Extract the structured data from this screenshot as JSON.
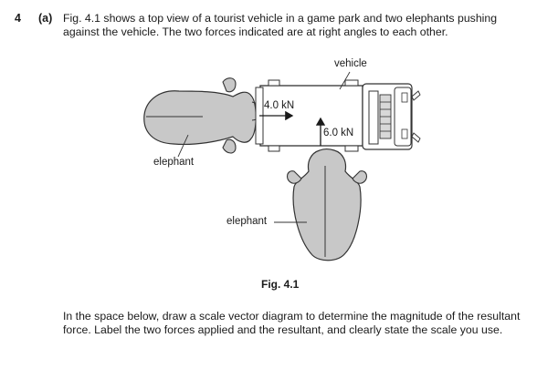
{
  "question": {
    "number": "4",
    "part": "(a)",
    "intro_line1": "Fig. 4.1 shows a top view of a tourist vehicle in a game park and two elephants pushing",
    "intro_line2": "against the vehicle. The two forces indicated are at right angles to each other."
  },
  "figure": {
    "labels": {
      "vehicle": "vehicle",
      "elephant_left": "elephant",
      "elephant_bottom": "elephant",
      "force_horizontal": "4.0 kN",
      "force_vertical": "6.0 kN"
    },
    "caption": "Fig. 4.1"
  },
  "instructions": {
    "line1": "In the space below, draw a scale vector diagram to determine the magnitude of the resultant",
    "line2": "force. Label the two forces applied and the resultant, and clearly state the scale you use."
  }
}
